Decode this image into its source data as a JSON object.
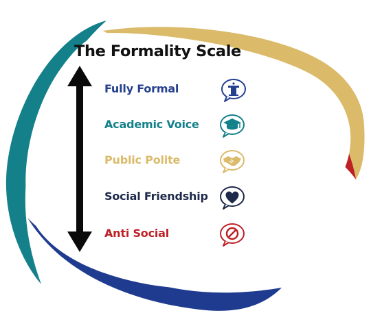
{
  "title": "The Formality Scale",
  "colors": {
    "teal": "#13808a",
    "gold": "#dbbb6a",
    "red": "#bd2025",
    "navy": "#1f3b8f",
    "dark_navy": "#1e2a4a",
    "arrow": "#0a0a0a"
  },
  "levels": [
    {
      "label": "Fully Formal",
      "color": "#24408e",
      "icon": "podium-speech-bubble-icon"
    },
    {
      "label": "Academic Voice",
      "color": "#13808a",
      "icon": "graduation-cap-speech-bubble-icon"
    },
    {
      "label": "Public Polite",
      "color": "#dbbb6a",
      "icon": "handshake-speech-bubble-icon"
    },
    {
      "label": "Social Friendship",
      "color": "#1e2a4a",
      "icon": "heart-speech-bubble-icon"
    },
    {
      "label": "Anti Social",
      "color": "#bd2025",
      "icon": "prohibited-speech-bubble-icon"
    }
  ]
}
